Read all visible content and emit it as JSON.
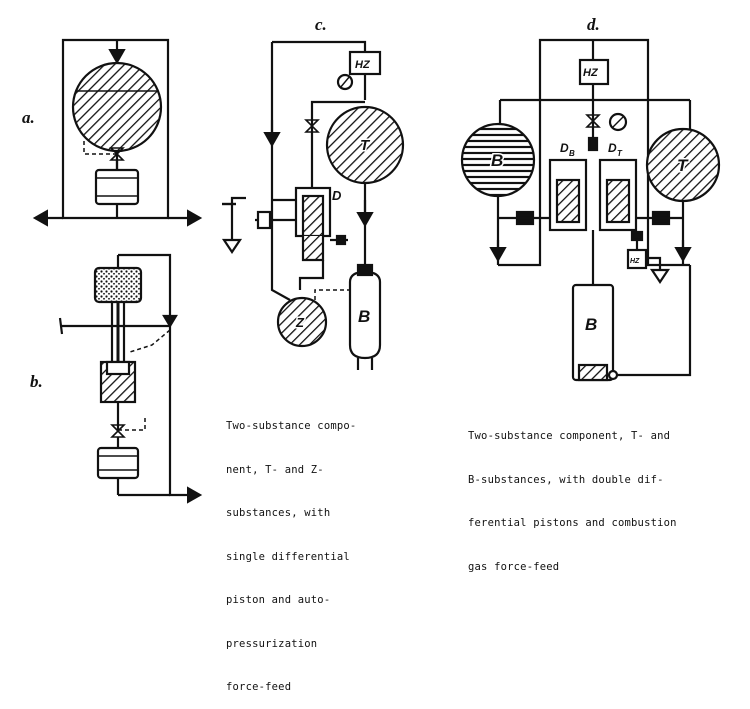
{
  "diagram": {
    "labels": {
      "a": "a.",
      "b": "b.",
      "c": "c.",
      "d": "d."
    },
    "component_tags": {
      "c_hz": "HZ",
      "c_tank_t": "T",
      "c_piston_d": "D",
      "c_tank_z": "Z",
      "c_tank_b": "B",
      "d_hz": "HZ",
      "d_tank_b": "B",
      "d_tank_t": "T",
      "d_piston_db": "D",
      "d_piston_db_sub": "B",
      "d_piston_dt": "D",
      "d_piston_dt_sub": "T",
      "d_tank_b_lower": "B",
      "d_hz_small": "HZ"
    },
    "caption_c": [
      "Two-substance compo-",
      "nent, T- and Z-",
      "substances, with",
      "single differential",
      "piston and auto-",
      "pressurization",
      "force-feed"
    ],
    "caption_d": [
      "Two-substance component, T- and",
      "B-substances, with double dif-",
      "ferential pistons and combustion",
      "gas force-feed"
    ]
  }
}
